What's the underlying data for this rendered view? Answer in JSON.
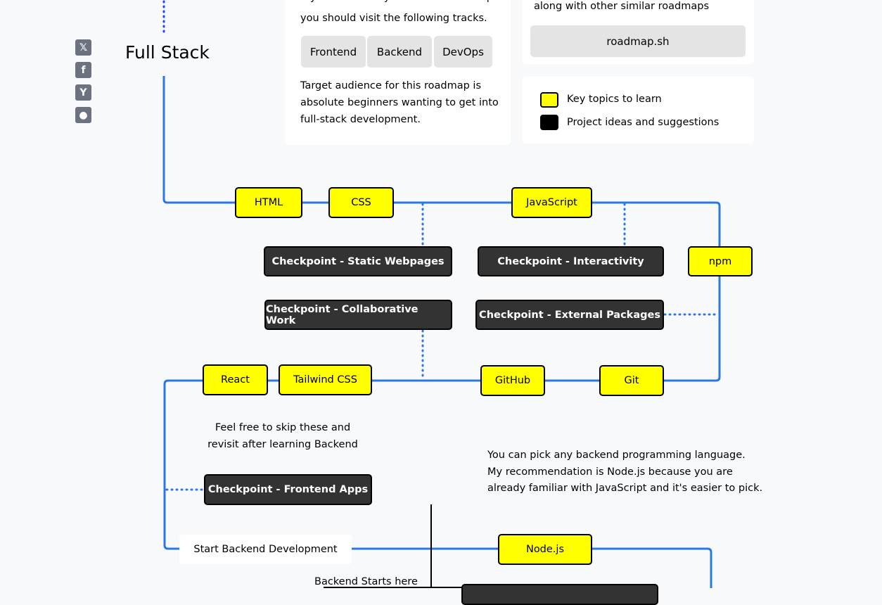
{
  "title": "Full Stack",
  "social": [
    {
      "icon": "x-icon",
      "glyph": "𝕏"
    },
    {
      "icon": "facebook-icon",
      "glyph": "f"
    },
    {
      "icon": "hackernews-icon",
      "glyph": "Y"
    },
    {
      "icon": "reddit-icon",
      "glyph": "●"
    }
  ],
  "intro": {
    "line1": "If you are already a full-stack developer",
    "line2": "you should visit the following tracks.",
    "tracks": [
      "Frontend",
      "Backend",
      "DevOps"
    ],
    "audience": [
      "Target audience for this roadmap is",
      "absolute beginners wanting to get into",
      "full-stack development."
    ]
  },
  "roadmaps": {
    "text": "along with other similar roadmaps",
    "button": "roadmap.sh"
  },
  "legend": [
    {
      "label": "Key topics to learn",
      "color": "#ffff00"
    },
    {
      "label": "Project ideas and suggestions",
      "color": "#000000"
    }
  ],
  "nodes": {
    "html": "HTML",
    "css": "CSS",
    "javascript": "JavaScript",
    "npm": "npm",
    "cp_static": "Checkpoint - Static Webpages",
    "cp_interactivity": "Checkpoint - Interactivity",
    "cp_collab": "Checkpoint - Collaborative Work",
    "cp_external": "Checkpoint - External Packages",
    "react": "React",
    "tailwind": "Tailwind CSS",
    "github": "GitHub",
    "git": "Git",
    "cp_frontend": "Checkpoint - Frontend Apps",
    "start_backend": "Start Backend Development",
    "nodejs": "Node.js"
  },
  "notes": {
    "skip": [
      "Feel free to skip these and",
      "revisit after learning Backend"
    ],
    "backend_lang": [
      "You can pick any backend programming language.",
      "My recommendation is Node.js because you are",
      "already familiar with JavaScript and it's easier to pick."
    ],
    "backend_starts": "Backend Starts here"
  },
  "colors": {
    "line": "#2b78e4",
    "topic": "#ffff00",
    "project": "#333333"
  }
}
